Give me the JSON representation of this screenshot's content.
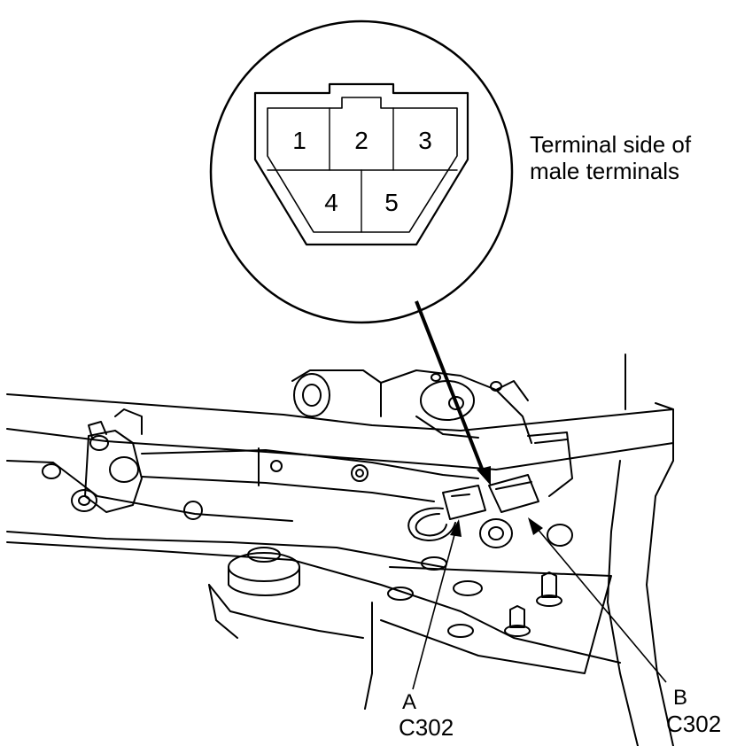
{
  "connector": {
    "pins": [
      "1",
      "2",
      "3",
      "4",
      "5"
    ],
    "view_label_line1": "Terminal side of",
    "view_label_line2": "male terminals"
  },
  "callouts": {
    "a_letter": "A",
    "a_code": "C302",
    "b_letter": "B",
    "b_code": "C302"
  }
}
